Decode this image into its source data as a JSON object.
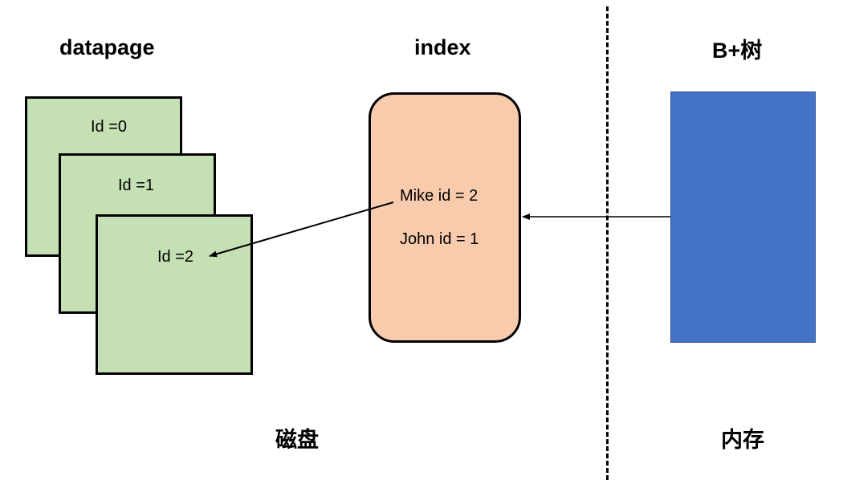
{
  "headings": {
    "datapage": "datapage",
    "index": "index",
    "bplus_tree": "B+树",
    "disk": "磁盘",
    "memory": "内存"
  },
  "datapages": [
    {
      "label": "Id =0"
    },
    {
      "label": "Id =1"
    },
    {
      "label": "Id =2"
    }
  ],
  "index": {
    "entries": [
      "Mike id = 2",
      "John id = 1"
    ]
  },
  "colors": {
    "datapage_fill": "#c5e0b4",
    "index_fill": "#f8cbad",
    "bplus_fill": "#4472c4",
    "stroke": "#000000"
  }
}
